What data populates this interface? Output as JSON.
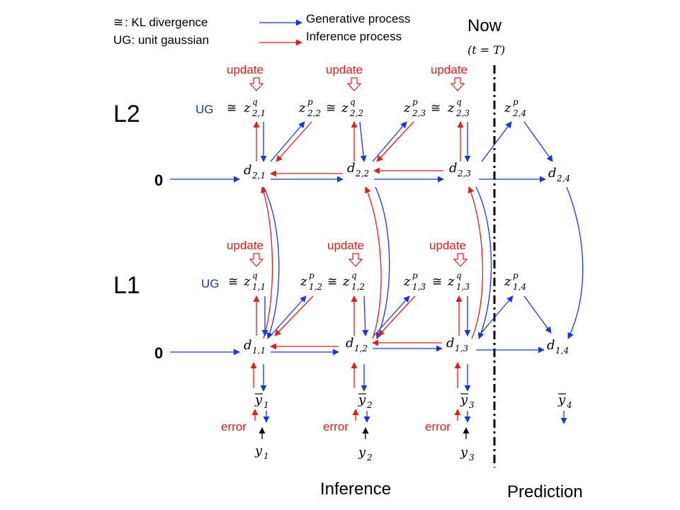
{
  "legend": {
    "kl_symbol": "≅",
    "kl_text": ": KL divergence",
    "ug_text": "UG: unit gaussian",
    "generative": "Generative process",
    "inference": "Inference process"
  },
  "now": {
    "label": "Now",
    "condition": "(t = T)"
  },
  "levels": {
    "l2": "L2",
    "l1": "L1"
  },
  "initial": "0",
  "ug_label": "UG",
  "approx": "≅",
  "update_label": "update",
  "error_label": "error",
  "footer": {
    "inference": "Inference",
    "prediction": "Prediction"
  },
  "colors": {
    "generative": "#1a33e6",
    "inference": "#e21b1b",
    "ug": "#1f3a93"
  },
  "l2_nodes": {
    "z": [
      {
        "sym": "z",
        "sub": "2,1",
        "sup": "q"
      },
      {
        "sym": "z",
        "sub": "2,2",
        "sup": "p"
      },
      {
        "sym": "z",
        "sub": "2,2",
        "sup": "q"
      },
      {
        "sym": "z",
        "sub": "2,3",
        "sup": "p"
      },
      {
        "sym": "z",
        "sub": "2,3",
        "sup": "q"
      },
      {
        "sym": "z",
        "sub": "2,4",
        "sup": "p"
      }
    ],
    "d": [
      {
        "sym": "d",
        "sub": "2,1"
      },
      {
        "sym": "d",
        "sub": "2,2"
      },
      {
        "sym": "d",
        "sub": "2,3"
      },
      {
        "sym": "d",
        "sub": "2,4"
      }
    ]
  },
  "l1_nodes": {
    "z": [
      {
        "sym": "z",
        "sub": "1,1",
        "sup": "q"
      },
      {
        "sym": "z",
        "sub": "1,2",
        "sup": "p"
      },
      {
        "sym": "z",
        "sub": "1,2",
        "sup": "q"
      },
      {
        "sym": "z",
        "sub": "1,3",
        "sup": "p"
      },
      {
        "sym": "z",
        "sub": "1,3",
        "sup": "q"
      },
      {
        "sym": "z",
        "sub": "1,4",
        "sup": "p"
      }
    ],
    "d": [
      {
        "sym": "d",
        "sub": "1,1"
      },
      {
        "sym": "d",
        "sub": "1,2"
      },
      {
        "sym": "d",
        "sub": "1,3"
      },
      {
        "sym": "d",
        "sub": "1,4"
      }
    ]
  },
  "outputs": {
    "ybar": [
      {
        "sym": "y",
        "sub": "1"
      },
      {
        "sym": "y",
        "sub": "2"
      },
      {
        "sym": "y",
        "sub": "3"
      },
      {
        "sym": "y",
        "sub": "4"
      }
    ],
    "y": [
      {
        "sym": "y",
        "sub": "1"
      },
      {
        "sym": "y",
        "sub": "2"
      },
      {
        "sym": "y",
        "sub": "3"
      }
    ]
  }
}
